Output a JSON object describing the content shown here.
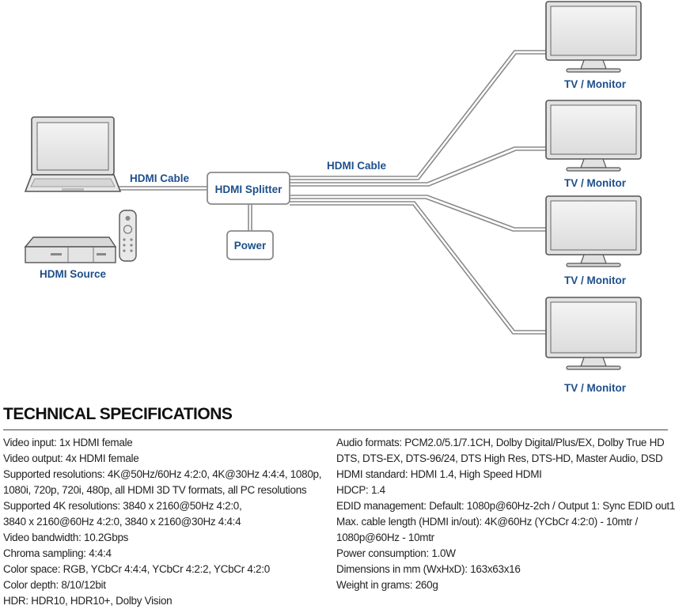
{
  "diagram": {
    "source_label": "HDMI Source",
    "cable_label_in": "HDMI Cable",
    "cable_label_out": "HDMI Cable",
    "splitter_label": "HDMI Splitter",
    "power_label": "Power",
    "monitors": [
      "TV / Monitor",
      "TV / Monitor",
      "TV / Monitor",
      "TV / Monitor"
    ]
  },
  "specs": {
    "title": "TECHNICAL SPECIFICATIONS",
    "left": [
      "Video input: 1x HDMI female",
      "Video output: 4x HDMI female",
      "Supported resolutions: 4K@50Hz/60Hz 4:2:0, 4K@30Hz 4:4:4, 1080p,",
      "1080i, 720p, 720i, 480p, all HDMI 3D TV formats, all PC resolutions",
      "Supported 4K resolutions: 3840 x 2160@50Hz 4:2:0,",
      "3840 x 2160@60Hz 4:2:0, 3840 x 2160@30Hz 4:4:4",
      "Video bandwidth: 10.2Gbps",
      "Chroma sampling: 4:4:4",
      "Color space: RGB, YCbCr 4:4:4, YCbCr 4:2:2, YCbCr 4:2:0",
      "Color depth: 8/10/12bit",
      "HDR: HDR10, HDR10+, Dolby Vision"
    ],
    "right": [
      "Audio formats: PCM2.0/5.1/7.1CH, Dolby Digital/Plus/EX, Dolby True HD",
      "DTS, DTS-EX, DTS-96/24, DTS High Res, DTS-HD, Master Audio, DSD",
      "HDMI standard: HDMI 1.4, High Speed HDMI",
      "HDCP: 1.4",
      "EDID management: Default: 1080p@60Hz-2ch / Output 1: Sync EDID out1",
      "Max. cable length (HDMI in/out): 4K@60Hz (YCbCr 4:2:0) - 10mtr /",
      "1080p@60Hz - 10mtr",
      "Power consumption: 1.0W",
      "Dimensions in mm (WxHxD): 163x63x16",
      "Weight in grams: 260g"
    ]
  },
  "colors": {
    "label": "#1d4f8c",
    "line": "#8a8a8a",
    "device_fill": "#e2e2e2",
    "device_stroke": "#555555"
  }
}
